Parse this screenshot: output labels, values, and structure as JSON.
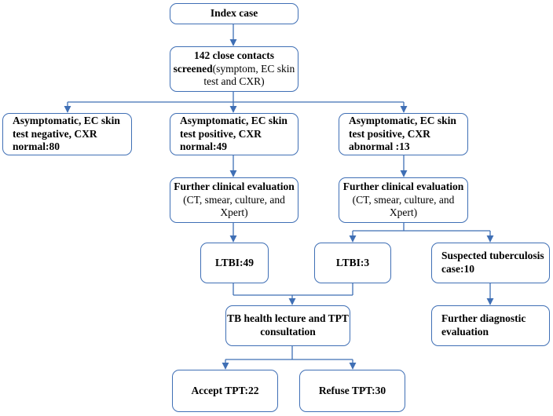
{
  "nodes": {
    "index": {
      "bold": "Index case",
      "normal": ""
    },
    "screened": {
      "bold": "142 close contacts screened",
      "normal": "(symptom, EC skin test and CXR)"
    },
    "neg_normal": {
      "bold": "Asymptomatic, EC skin test negative, CXR normal:80",
      "normal": ""
    },
    "pos_normal": {
      "bold": "Asymptomatic, EC skin test positive, CXR normal:49",
      "normal": ""
    },
    "pos_abnormal": {
      "bold": "Asymptomatic, EC skin test positive, CXR abnormal :13",
      "normal": ""
    },
    "eval_left": {
      "bold": "Further clinical evaluation",
      "normal": " (CT, smear, culture, and Xpert)"
    },
    "eval_right": {
      "bold": "Further clinical evaluation",
      "normal": " (CT, smear, culture, and Xpert)"
    },
    "ltbi49": {
      "bold": "LTBI:49",
      "normal": ""
    },
    "ltbi3": {
      "bold": "LTBI:3",
      "normal": ""
    },
    "suspected": {
      "bold": "Suspected tuberculosis case:10",
      "normal": ""
    },
    "lecture": {
      "bold": "TB health lecture and TPT consultation",
      "normal": ""
    },
    "further_dx": {
      "bold": "Further diagnostic evaluation",
      "normal": ""
    },
    "accept": {
      "bold": "Accept TPT:22",
      "normal": ""
    },
    "refuse": {
      "bold": "Refuse TPT:30",
      "normal": ""
    }
  },
  "colors": {
    "line": "#3f6fb5",
    "border": "#3f6fb5"
  }
}
